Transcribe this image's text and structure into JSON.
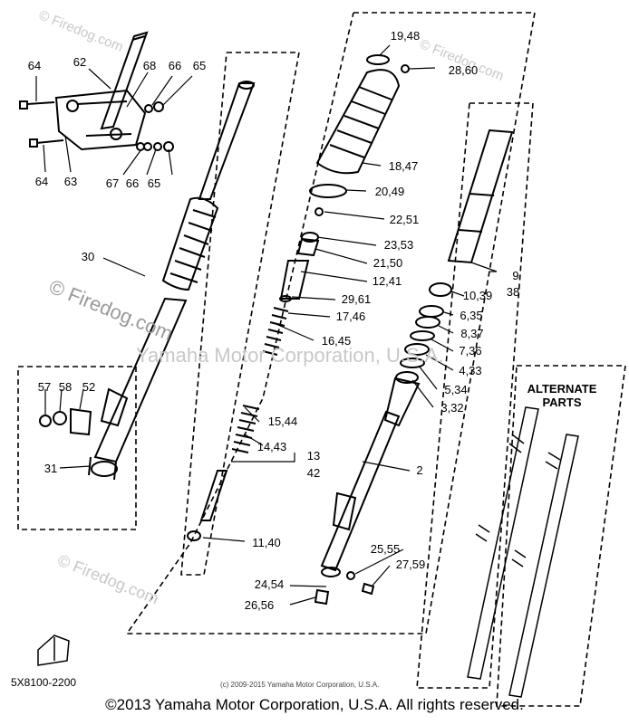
{
  "watermarks": {
    "w1": "© Firedog.com",
    "w2": "© Firedog.com",
    "w3": "© Firedog.com",
    "w4": "© Firedog.com",
    "w5": "Yamaha Motor Corporation, U.S.A."
  },
  "part_labels": {
    "p64a": "64",
    "p62": "62",
    "p68": "68",
    "p66a": "66",
    "p65a": "65",
    "p64b": "64",
    "p63": "63",
    "p67": "67",
    "p66b": "66",
    "p65b": "65",
    "p30": "30",
    "p57": "57",
    "p58": "58",
    "p52": "52",
    "p31": "31",
    "p1948": "19,48",
    "p2860": "28,60",
    "p1847": "18,47",
    "p2049": "20,49",
    "p2251": "22,51",
    "p2353": "23,53",
    "p2150": "21,50",
    "p1241": "12,41",
    "p2961": "29,61",
    "p1746": "17,46",
    "p1645": "16,45",
    "p1544": "15,44",
    "p1443": "14,43",
    "p13": "13",
    "p42": "42",
    "p1140": "11,40",
    "p2454": "24,54",
    "p2656": "26,56",
    "p2555": "25,55",
    "p2759": "27,59",
    "p2": "2",
    "p9": "9",
    "p38": "38",
    "p1039": "10,39",
    "p635": "6,35",
    "p837": "8,37",
    "p736": "7,36",
    "p433": "4,33",
    "p534": "5,34",
    "p332": "3,32"
  },
  "alternate_parts": "ALTERNATE\nPARTS",
  "diagram_code": "5X8100-2200",
  "small_copyright": "(c) 2009-2015 Yamaha Motor Corporation, U.S.A.",
  "footer_copyright": "©2013 Yamaha Motor Corporation, U.S.A. All rights reserved."
}
